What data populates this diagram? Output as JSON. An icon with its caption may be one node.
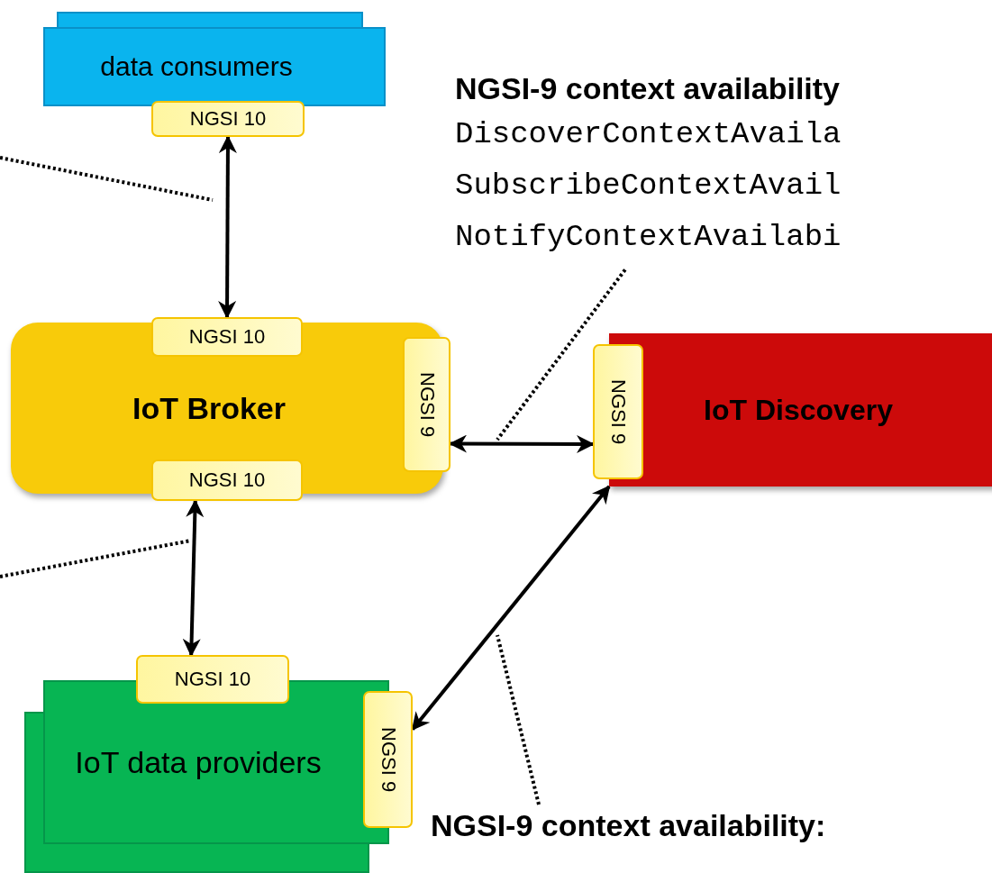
{
  "diagram": {
    "nodes": [
      {
        "text": [
          "data consumers"
        ]
      },
      {
        "text": [
          "NGSI 10"
        ]
      },
      {
        "text": [
          "IoT Broker"
        ]
      },
      {
        "text": [
          "NGSI 10"
        ]
      },
      {
        "text": [
          "NGSI 9"
        ]
      },
      {
        "text": [
          "NGSI 10"
        ]
      },
      {
        "text": [
          "NGSI-9 context availability",
          "DiscoverContextAvaila",
          "SubscribeContextAvail",
          "NotifyContextAvailabi"
        ]
      },
      {
        "text": [
          "IoT Discovery"
        ]
      },
      {
        "text": [
          "NGSI 9"
        ]
      },
      {
        "text": [
          "IoT data providers"
        ]
      },
      {
        "text": [
          "NGSI 10"
        ]
      },
      {
        "text": [
          "NGSI 9"
        ]
      },
      {
        "text": [
          "NGSI-9 context availability:"
        ]
      }
    ],
    "edges": [
      {
        "from": 1,
        "to": 3,
        "arrow": "both"
      },
      {
        "from": 4,
        "to": 8,
        "arrow": "both"
      },
      {
        "from": 5,
        "to": 10,
        "arrow": "both"
      },
      {
        "from": 11,
        "to": 7,
        "arrow": "both"
      },
      {
        "from": 6,
        "to": null,
        "arrow": "none",
        "style": "dashed"
      },
      {
        "from": 12,
        "to": null,
        "arrow": "none",
        "style": "dashed"
      }
    ]
  }
}
